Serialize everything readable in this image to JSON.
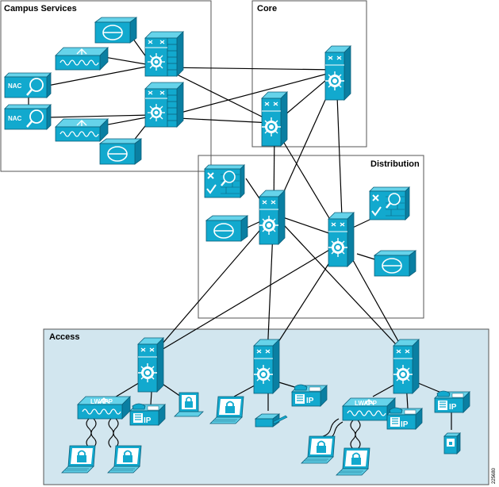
{
  "zones": {
    "campus_services": "Campus Services",
    "core": "Core",
    "distribution": "Distribution",
    "access": "Access"
  },
  "labels": {
    "nac": "NAC",
    "lwapp": "LWAPP",
    "ip": "IP"
  },
  "figure_id": "225680",
  "colors": {
    "device_top": "#5fcfe6",
    "device_front": "#10a7cc",
    "device_side": "#0a7fa2",
    "device_edge": "#0b5f7a",
    "access_fill": "#d2e6ef",
    "line": "#000000"
  }
}
